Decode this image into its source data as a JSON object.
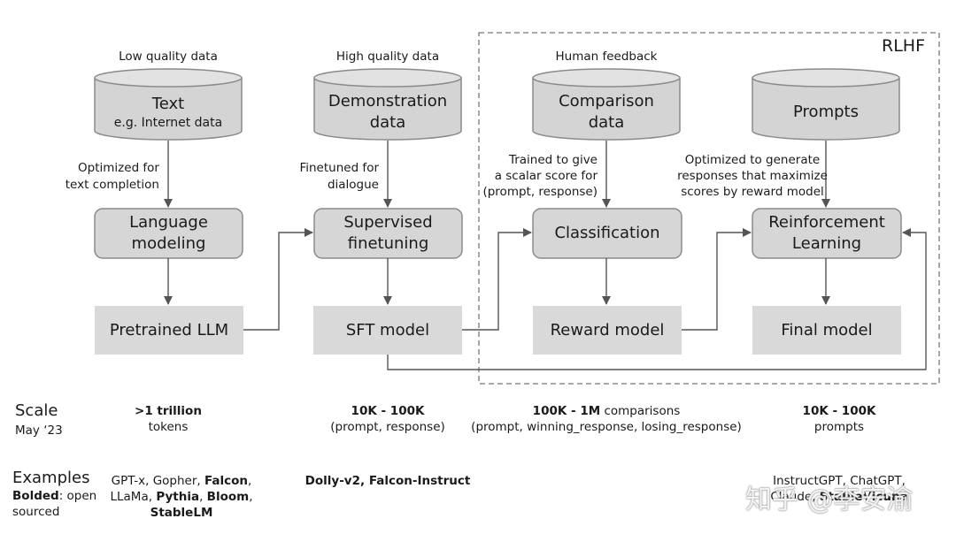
{
  "rlhf_label": "RLHF",
  "stages": [
    {
      "data_quality": "Low quality data",
      "data_title": "Text",
      "data_sub": "e.g. Internet data",
      "objective": [
        "Optimized for",
        "text completion"
      ],
      "process": [
        "Language",
        "modeling"
      ],
      "model": "Pretrained LLM"
    },
    {
      "data_quality": "High quality data",
      "data_title": "Demonstration",
      "data_sub": "data",
      "objective": [
        "Finetuned for",
        "dialogue"
      ],
      "process": [
        "Supervised",
        "finetuning"
      ],
      "model": "SFT model"
    },
    {
      "data_quality": "Human feedback",
      "data_title": "Comparison",
      "data_sub": "data",
      "objective": [
        "Trained to give",
        "a scalar score for",
        "(prompt, response)"
      ],
      "process": [
        "Classification"
      ],
      "model": "Reward model"
    },
    {
      "data_quality": "",
      "data_title": "Prompts",
      "data_sub": "",
      "objective": [
        "Optimized to generate",
        "responses that maximize",
        "scores by reward model"
      ],
      "process": [
        "Reinforcement",
        "Learning"
      ],
      "model": "Final model"
    }
  ],
  "scale": {
    "label": "Scale",
    "date": "May ‘23",
    "values": [
      {
        "bold": ">1 trillion",
        "rest": "",
        "line2": "tokens"
      },
      {
        "bold": "10K - 100K",
        "rest": "",
        "line2": "(prompt, response)"
      },
      {
        "bold": "100K - 1M",
        "rest": " comparisons",
        "line2": "(prompt, winning_response, losing_response)"
      },
      {
        "bold": "10K - 100K",
        "rest": "",
        "line2": "prompts"
      }
    ]
  },
  "examples": {
    "label": "Examples",
    "note_bold": "Bolded",
    "note_rest": ": open",
    "note_line2": "sourced",
    "col1_line1_plain": "GPT-x, Gopher, ",
    "col1_line1_bold": "Falcon",
    "col1_line1_tail": ",",
    "col1_line2_plain": "LLaMa, ",
    "col1_line2_bold1": "Pythia",
    "col1_line2_sep": ", ",
    "col1_line2_bold2": "Bloom",
    "col1_line2_tail": ",",
    "col1_line3_bold": "StableLM",
    "col2": "Dolly-v2, Falcon-Instruct",
    "col4_line1": "InstructGPT, ChatGPT,",
    "col4_line2_plain": "Claude, ",
    "col4_line2_bold": "StableVicuna"
  },
  "watermark": "知乎 @李安渝",
  "colors": {
    "box_fill": "#d6d6d6",
    "model_fill": "#d9d9d9",
    "stroke": "#8a8a8a",
    "arrow": "#555555"
  }
}
